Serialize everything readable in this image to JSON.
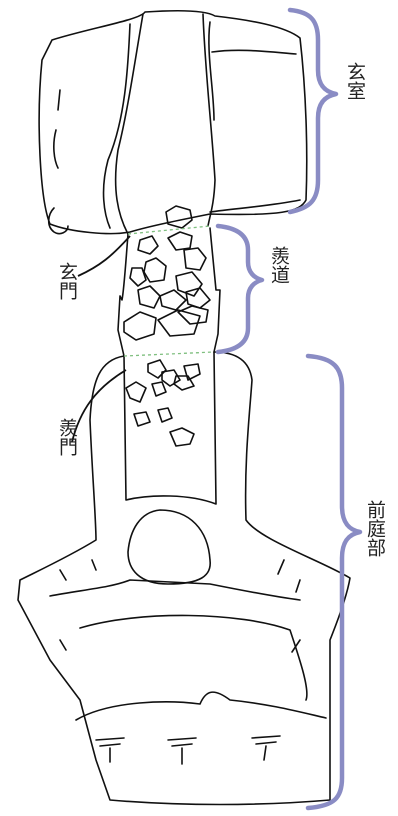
{
  "labels": {
    "genshitsu": "玄室",
    "sendo": "羨道",
    "zenteibu": "前庭部",
    "genmon": "玄門",
    "senmon": "羨門"
  },
  "colors": {
    "bracket": "#8a8cc4",
    "line": "#111111",
    "dashed_boundary": "#7fbf7f",
    "background": "#ffffff"
  }
}
